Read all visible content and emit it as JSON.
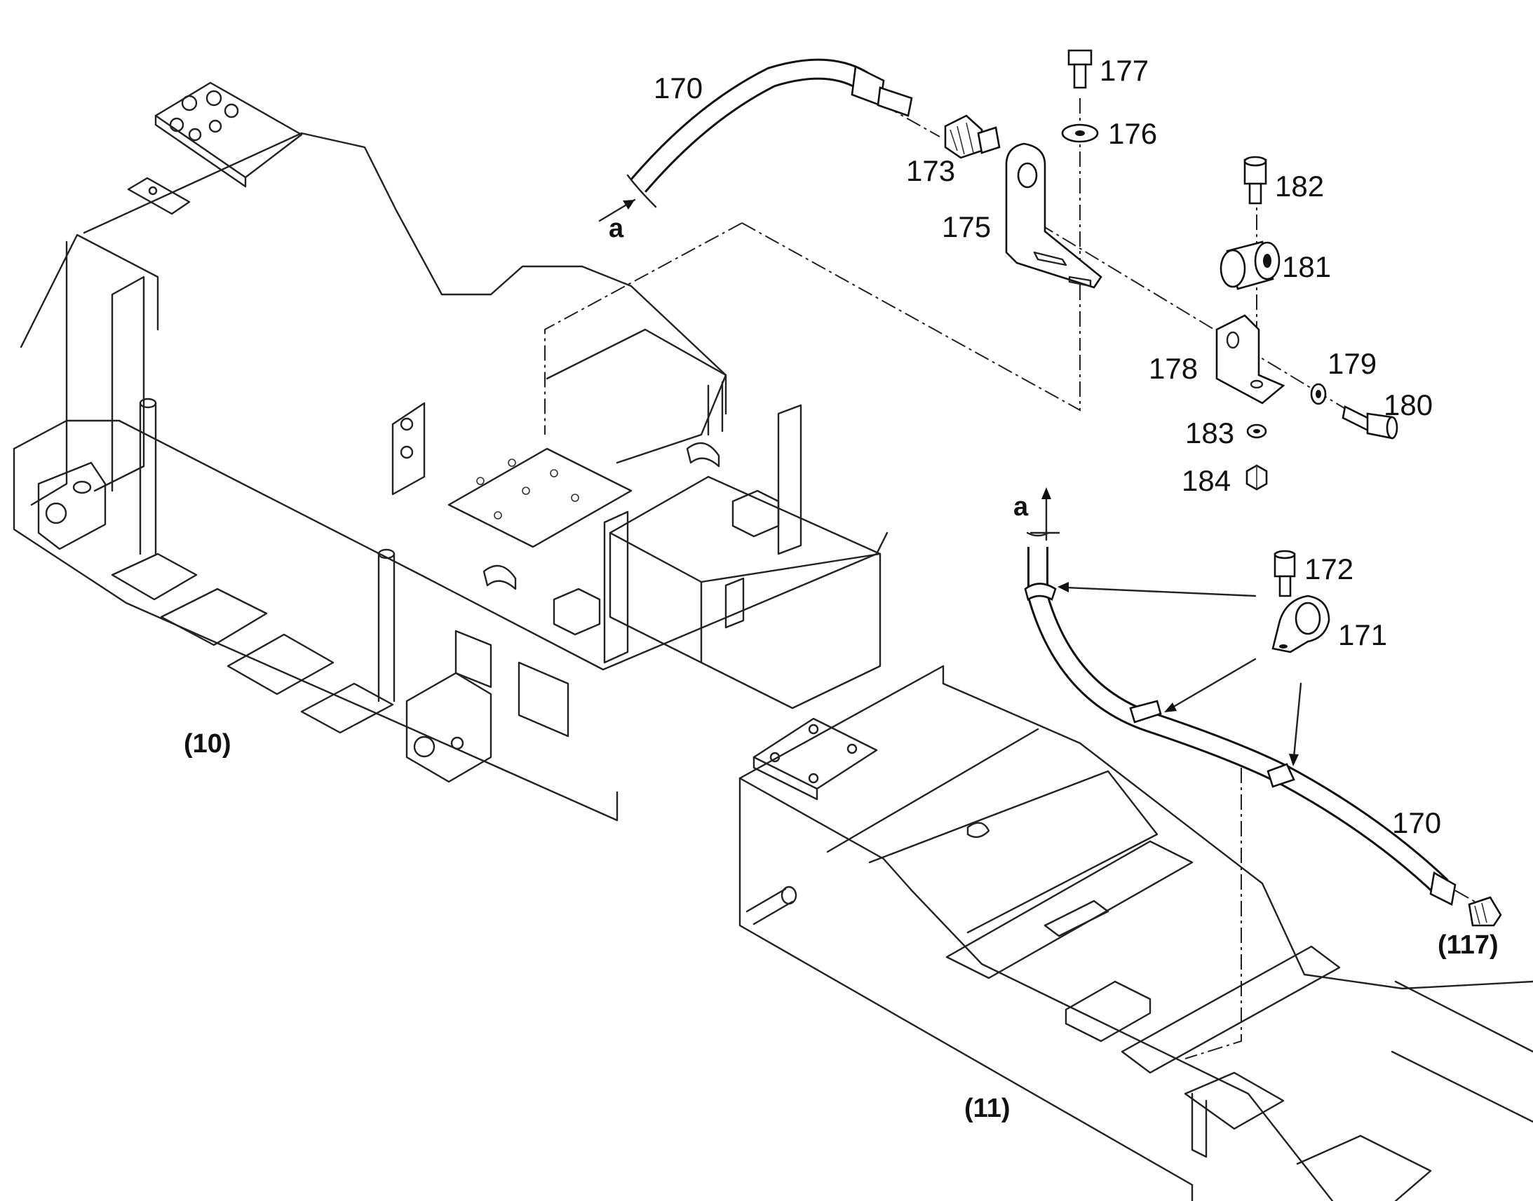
{
  "labels": {
    "p170a": "170",
    "p177": "177",
    "p176": "176",
    "p173": "173",
    "p175": "175",
    "p182": "182",
    "p181": "181",
    "p178": "178",
    "p179": "179",
    "p180": "180",
    "p183": "183",
    "p184": "184",
    "p172": "172",
    "p171": "171",
    "p170b": "170",
    "a1": "a",
    "a2": "a",
    "asm10": "(10)",
    "asm11": "(11)",
    "asm117": "(117)"
  }
}
